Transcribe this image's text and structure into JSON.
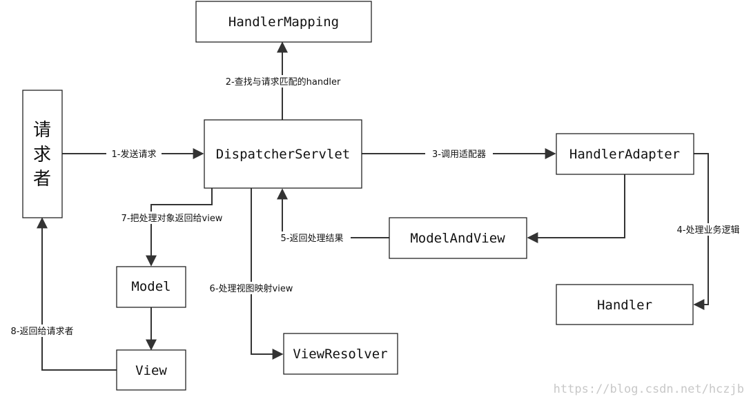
{
  "nodes": {
    "requester": {
      "chars": [
        "请",
        "求",
        "者"
      ]
    },
    "handler_mapping": {
      "label": "HandlerMapping"
    },
    "dispatcher_servlet": {
      "label": "DispatcherServlet"
    },
    "handler_adapter": {
      "label": "HandlerAdapter"
    },
    "model_and_view": {
      "label": "ModelAndView"
    },
    "handler": {
      "label": "Handler"
    },
    "model": {
      "label": "Model"
    },
    "view": {
      "label": "View"
    },
    "view_resolver": {
      "label": "ViewResolver"
    }
  },
  "edges": {
    "send_request": "1-发送请求",
    "find_handler": "2-查找与请求匹配的handler",
    "call_adapter": "3-调用适配器",
    "business_logic": "4-处理业务逻辑",
    "return_result": "5-返回处理结果",
    "resolve_view": "6-处理视图映射view",
    "return_model": "7-把处理对象返回给view",
    "return_requester": "8-返回给请求者"
  },
  "watermark": "https://blog.csdn.net/hczjb"
}
